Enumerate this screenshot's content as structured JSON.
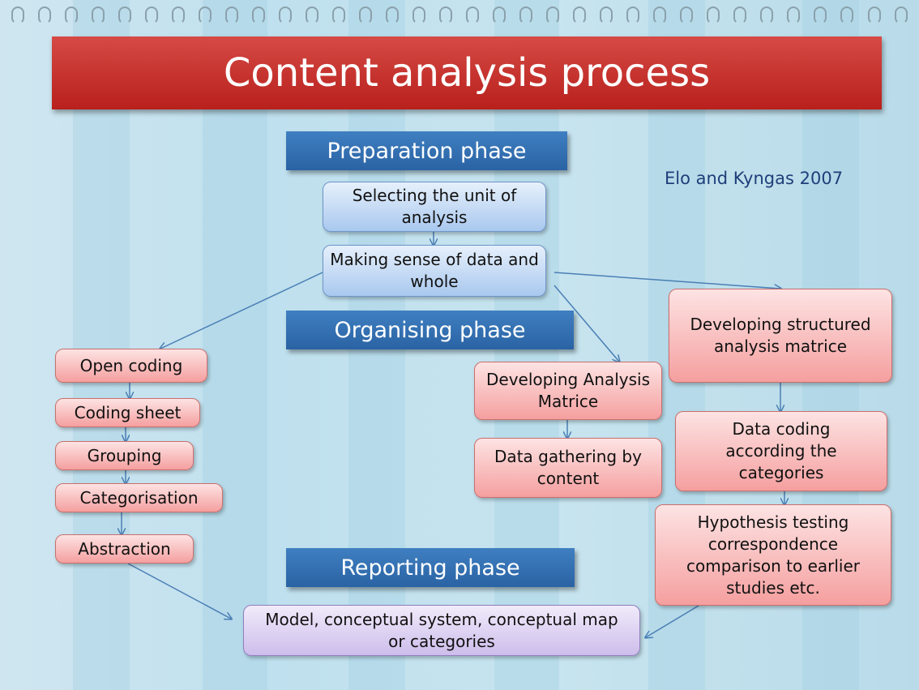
{
  "title": "Content analysis process",
  "citation": "Elo and Kyngas 2007",
  "colors": {
    "title_bar": "#c0302b",
    "phase_bar": "#2f6aab",
    "arrow": "#4a7fb5"
  },
  "phases": {
    "preparation": "Preparation phase",
    "organising": "Organising phase",
    "reporting": "Reporting phase"
  },
  "nodes": {
    "selecting_unit": "Selecting the unit of analysis",
    "making_sense": "Making sense of data and whole",
    "open_coding": "Open coding",
    "coding_sheet": "Coding sheet",
    "grouping": "Grouping",
    "categorisation": "Categorisation",
    "abstraction": "Abstraction",
    "developing_analysis_matrice": "Developing Analysis Matrice",
    "data_gathering": "Data gathering by content",
    "developing_structured": "Developing structured analysis matrice",
    "data_coding": "Data coding according the categories",
    "hypothesis_testing": "Hypothesis testing correspondence comparison to earlier studies etc.",
    "model": "Model, conceptual system, conceptual map or categories"
  }
}
